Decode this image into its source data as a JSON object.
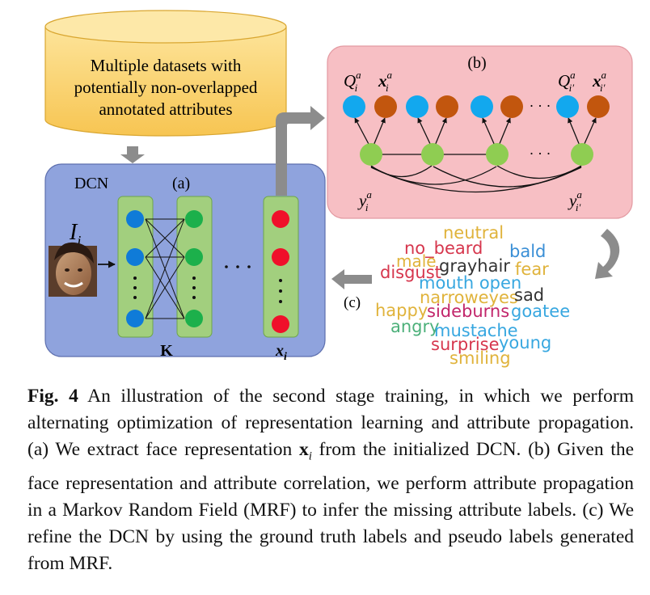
{
  "datasets_label": [
    "Multiple datasets with",
    "potentially non-overlapped",
    "annotated attributes"
  ],
  "panel_a": {
    "label": "(a)",
    "dcn_label": "DCN",
    "input_label": "I",
    "input_sub": "i",
    "k_label": "K",
    "x_label": "x",
    "x_sub": "i"
  },
  "panel_b": {
    "label": "(b)",
    "q_label": "Q",
    "x_label": "x",
    "y_label": "y",
    "sub_i": "i",
    "sub_ip": "i′",
    "sup_a": "a"
  },
  "panel_c": {
    "label": "(c)"
  },
  "ellipsis": "· · ·",
  "word_cloud": [
    {
      "text": "neutral",
      "color": "#e0b33b"
    },
    {
      "text": "no_beard",
      "color": "#d6364d"
    },
    {
      "text": "bald",
      "color": "#3a8fd6"
    },
    {
      "text": "male",
      "color": "#e0b33b"
    },
    {
      "text": "disgust",
      "color": "#d6364d"
    },
    {
      "text": "grayhair",
      "color": "#333333"
    },
    {
      "text": "fear",
      "color": "#e0b33b"
    },
    {
      "text": "mouth open",
      "color": "#37a7e0"
    },
    {
      "text": "narroweyes",
      "color": "#e0b33b"
    },
    {
      "text": "sad",
      "color": "#333333"
    },
    {
      "text": "happy",
      "color": "#e0b33b"
    },
    {
      "text": "sideburns",
      "color": "#c2266b"
    },
    {
      "text": "goatee",
      "color": "#37a7e0"
    },
    {
      "text": "angry",
      "color": "#4cb07a"
    },
    {
      "text": "mustache",
      "color": "#37a7e0"
    },
    {
      "text": "surprise",
      "color": "#d6364d"
    },
    {
      "text": "young",
      "color": "#37a7e0"
    },
    {
      "text": "smiling",
      "color": "#e0b33b"
    }
  ],
  "caption": {
    "fig": "Fig. 4",
    "text1": " An illustration of the second stage training, in which we perform alternating optimization of representation learning and attribute propagation. (a) We extract face representation ",
    "xi": "x",
    "xi_sub": "i",
    "text2": " from the initialized DCN. (b) Given the face representation and attribute correlation, we perform attribute propagation in a Markov Random Field (MRF) to infer the missing attribute labels. (c) We refine the DCN by using the ground truth labels and pseudo labels generated from MRF."
  },
  "colors": {
    "blue_node": "#0f7bd8",
    "green_node": "#1cb04b",
    "red_node": "#f0102a",
    "cyan_node": "#12a8ee",
    "brown_node": "#c2560e",
    "lightgreen_node": "#8fcd52",
    "panel_a_bg": "#8fa3dd",
    "panel_b_bg": "#f7bfc4",
    "db_fill": "#fbd77c"
  }
}
